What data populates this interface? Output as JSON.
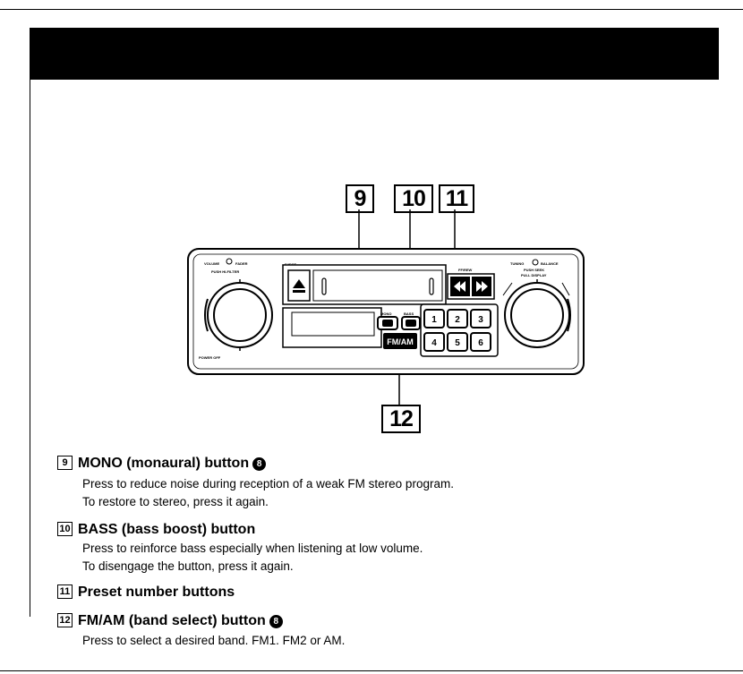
{
  "callouts": {
    "c9": "9",
    "c10": "10",
    "c11": "11",
    "c12": "12"
  },
  "radio": {
    "eject_label": "EJECT",
    "volume_label": "VOLUME",
    "fader_label": "FADER",
    "push_filter_label": "PUSH HI-FILTER",
    "power_off_label": "POWER OFF",
    "tuning_label": "TUNING",
    "balance_label": "BALANCE",
    "push_seek_label": "PUSH SEEK",
    "pull_display_label": "PULL DISPLAY",
    "mono_label": "MONO",
    "bass_label": "BASS",
    "ff_label": "FF/REW",
    "fmam_label": "FM/AM",
    "presets": [
      "1",
      "2",
      "3",
      "4",
      "5",
      "6"
    ]
  },
  "items": [
    {
      "num": "9",
      "title": "MONO (monaural) button",
      "ref": "8",
      "lines": [
        "Press to reduce noise during reception of a weak FM stereo program.",
        "To restore to stereo, press it again."
      ]
    },
    {
      "num": "10",
      "title": "BASS (bass boost) button",
      "ref": "",
      "lines": [
        "Press to reinforce bass especially when listening at low volume.",
        "To disengage the button, press it again."
      ]
    },
    {
      "num": "11",
      "title": "Preset number buttons",
      "ref": "",
      "lines": []
    },
    {
      "num": "12",
      "title": "FM/AM (band select) button",
      "ref": "8",
      "lines": [
        "Press to select a desired band. FM1. FM2 or AM."
      ]
    }
  ]
}
